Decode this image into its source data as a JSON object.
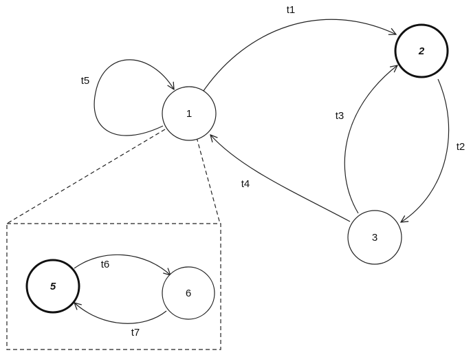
{
  "states": [
    {
      "id": "1",
      "label": "1",
      "final": false
    },
    {
      "id": "2",
      "label": "2",
      "final": true
    },
    {
      "id": "3",
      "label": "3",
      "final": false
    },
    {
      "id": "5",
      "label": "5",
      "final": true
    },
    {
      "id": "6",
      "label": "6",
      "final": false
    }
  ],
  "transitions": [
    {
      "label": "t1",
      "from": "1",
      "to": "2"
    },
    {
      "label": "t2",
      "from": "2",
      "to": "3"
    },
    {
      "label": "t3",
      "from": "3",
      "to": "2"
    },
    {
      "label": "t4",
      "from": "3",
      "to": "1"
    },
    {
      "label": "t5",
      "from": "1",
      "to": "1"
    },
    {
      "label": "t6",
      "from": "5",
      "to": "6"
    },
    {
      "label": "t7",
      "from": "6",
      "to": "5"
    }
  ],
  "refinement": {
    "parent": "1",
    "children": [
      "5",
      "6"
    ]
  }
}
